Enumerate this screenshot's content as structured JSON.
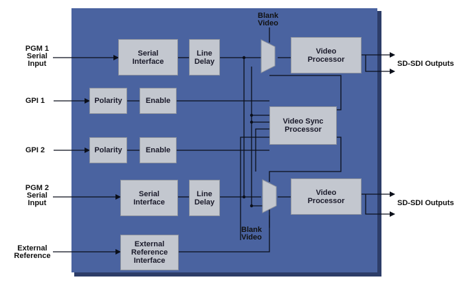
{
  "inputs": {
    "pgm1": "PGM 1\nSerial\nInput",
    "gpi1": "GPI 1",
    "gpi2": "GPI 2",
    "pgm2": "PGM 2\nSerial\nInput",
    "ext_ref": "External\nReference"
  },
  "outputs": {
    "top": "SD-SDI Outputs",
    "bottom": "SD-SDI Outputs"
  },
  "blocks": {
    "serial_interface_1": "Serial\nInterface",
    "line_delay_1": "Line\nDelay",
    "video_processor_1": "Video\nProcessor",
    "polarity_1": "Polarity",
    "enable_1": "Enable",
    "video_sync_processor": "Video Sync\nProcessor",
    "polarity_2": "Polarity",
    "enable_2": "Enable",
    "serial_interface_2": "Serial\nInterface",
    "line_delay_2": "Line\nDelay",
    "video_processor_2": "Video\nProcessor",
    "external_reference_interface": "External\nReference\nInterface"
  },
  "labels": {
    "blank_video_top": "Blank\nVideo",
    "blank_video_bottom": "Blank\nVideo"
  },
  "colors": {
    "panel": "#4a63a0",
    "block": "#c3c7cf",
    "wire": "#0b0f1a"
  }
}
